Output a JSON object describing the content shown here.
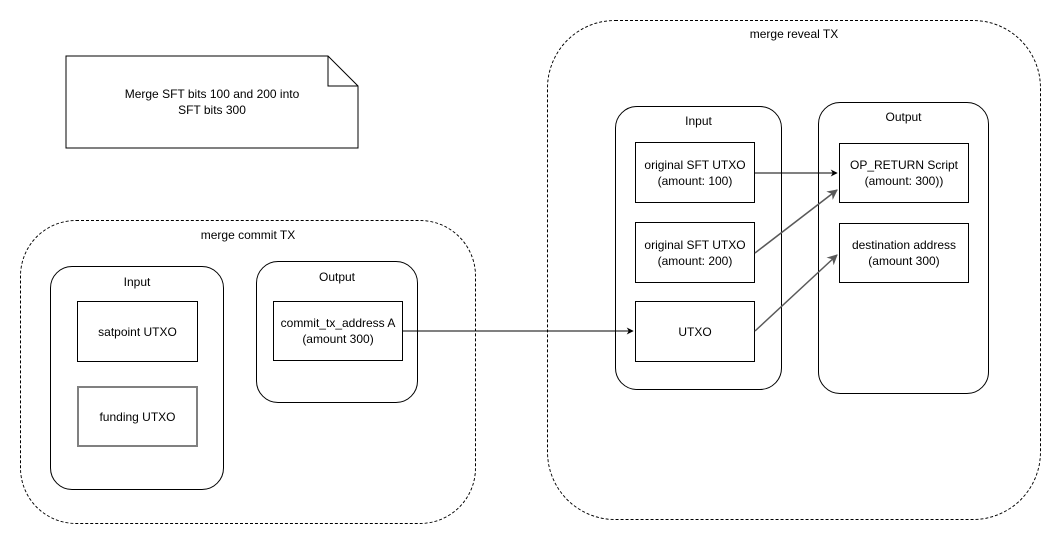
{
  "note": {
    "text": "Merge SFT bits 100 and 200 into\nSFT bits 300"
  },
  "commit_tx": {
    "title": "merge commit TX",
    "input": {
      "title": "Input",
      "nodes": [
        "satpoint UTXO",
        "funding UTXO"
      ]
    },
    "output": {
      "title": "Output",
      "nodes": [
        "commit_tx_address A\n(amount 300)"
      ]
    }
  },
  "reveal_tx": {
    "title": "merge reveal TX",
    "input": {
      "title": "Input",
      "nodes": [
        "original SFT UTXO\n(amount: 100)",
        "original SFT UTXO\n(amount: 200)",
        "UTXO"
      ]
    },
    "output": {
      "title": "Output",
      "nodes": [
        "OP_RETURN Script\n(amount: 300))",
        "destination address\n(amount 300)"
      ]
    }
  },
  "colors": {
    "line": "#000000",
    "gray_line": "#595959",
    "gray_border": "#808080"
  }
}
